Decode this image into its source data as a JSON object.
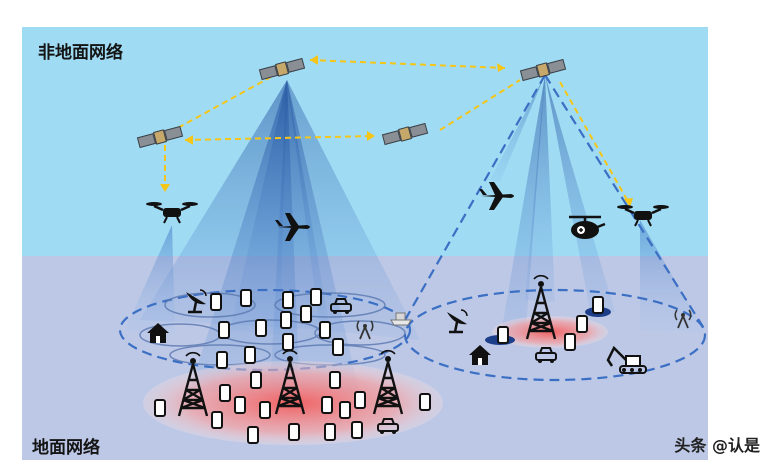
{
  "labels": {
    "non_terrestrial": "非地面网络",
    "terrestrial": "地面网络",
    "watermark": "头条 @认是"
  },
  "colors": {
    "sky": "#9fdcf4",
    "ground": "#bcc8e6",
    "beam": "#1e4f9c",
    "link_dashed": "#f5c518",
    "coverage_red": "#f36a6a",
    "dashed_boundary": "#3b6fc4"
  },
  "icons": [
    "satellite-icon",
    "drone-icon",
    "airplane-icon",
    "helicopter-icon",
    "base-station-icon",
    "phone-icon",
    "car-icon",
    "house-icon",
    "dish-icon",
    "excavator-icon",
    "ship-icon",
    "antenna-icon"
  ]
}
